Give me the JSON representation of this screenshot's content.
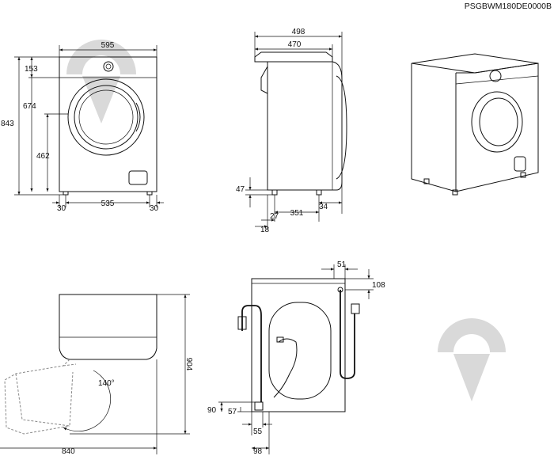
{
  "product_code": "PSGBWM180DE0000B",
  "front_view": {
    "width": "595",
    "height_total": "843",
    "top_panel": "153",
    "door_height": "674",
    "door_center": "462",
    "foot_spacing": "535",
    "foot_offset_left": "30",
    "foot_offset_right": "30"
  },
  "side_view": {
    "depth_total": "498",
    "depth_body": "470",
    "foot_height": "47",
    "foot_inset_front": "27",
    "foot_spacing": "351",
    "foot_offset_rear": "34",
    "front_offset": "18"
  },
  "door_view": {
    "width_open": "840",
    "height_total": "904",
    "door_angle": "140°"
  },
  "rear_view": {
    "inlet_offset": "51",
    "inlet_height": "108",
    "drain_height": "90",
    "drain_offset": "57",
    "outlet_width": "55",
    "outlet_offset": "98"
  }
}
